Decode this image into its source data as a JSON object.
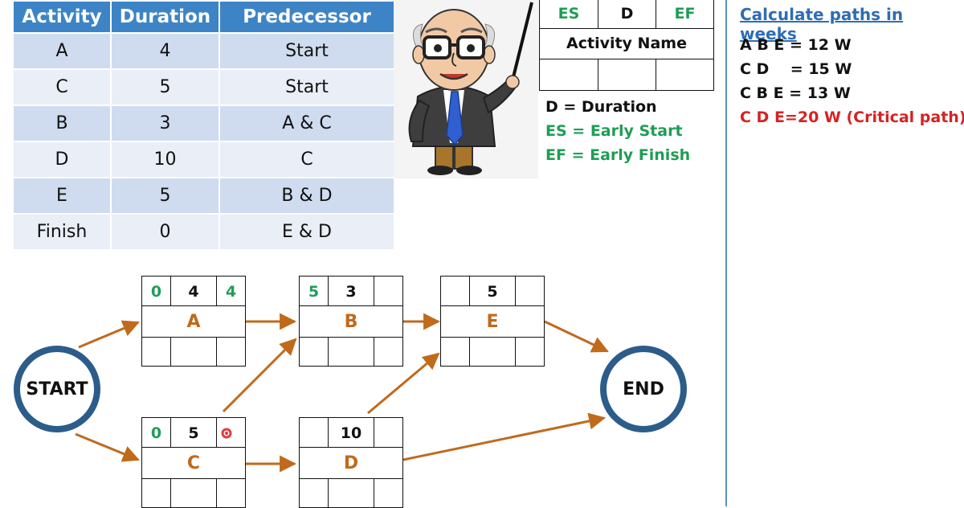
{
  "table": {
    "headers": [
      "Activity",
      "Duration",
      "Predecessor"
    ],
    "rows": [
      [
        "A",
        "4",
        "Start"
      ],
      [
        "C",
        "5",
        "Start"
      ],
      [
        "B",
        "3",
        "A & C"
      ],
      [
        "D",
        "10",
        "C"
      ],
      [
        "E",
        "5",
        "B & D"
      ],
      [
        "Finish",
        "0",
        "E & D"
      ]
    ]
  },
  "legend": {
    "es": "ES",
    "d": "D",
    "ef": "EF",
    "activity_name": "Activity Name",
    "d_def": "D = Duration",
    "es_def": "ES = Early Start",
    "ef_def": "EF = Early Finish"
  },
  "paths": {
    "title": "Calculate paths in weeks",
    "lines": [
      "A B E = 12 W",
      "C D    = 15 W",
      "C B E = 13 W"
    ],
    "critical": "C D E=20 W (Critical path)"
  },
  "network": {
    "start": "START",
    "end": "END",
    "nodes": {
      "A": {
        "es": "0",
        "d": "4",
        "ef": "4",
        "name": "A"
      },
      "B": {
        "es": "5",
        "d": "3",
        "ef": "",
        "name": "B"
      },
      "E": {
        "es": "",
        "d": "5",
        "ef": "",
        "name": "E"
      },
      "C": {
        "es": "0",
        "d": "5",
        "ef": "",
        "name": "C"
      },
      "D": {
        "es": "",
        "d": "10",
        "ef": "",
        "name": "D"
      }
    }
  },
  "colors": {
    "header_blue": "#3d84c6",
    "arrow_orange": "#c06a1c",
    "green": "#1f9d55",
    "critical_red": "#d42323",
    "circle_blue": "#2c5c8a"
  }
}
